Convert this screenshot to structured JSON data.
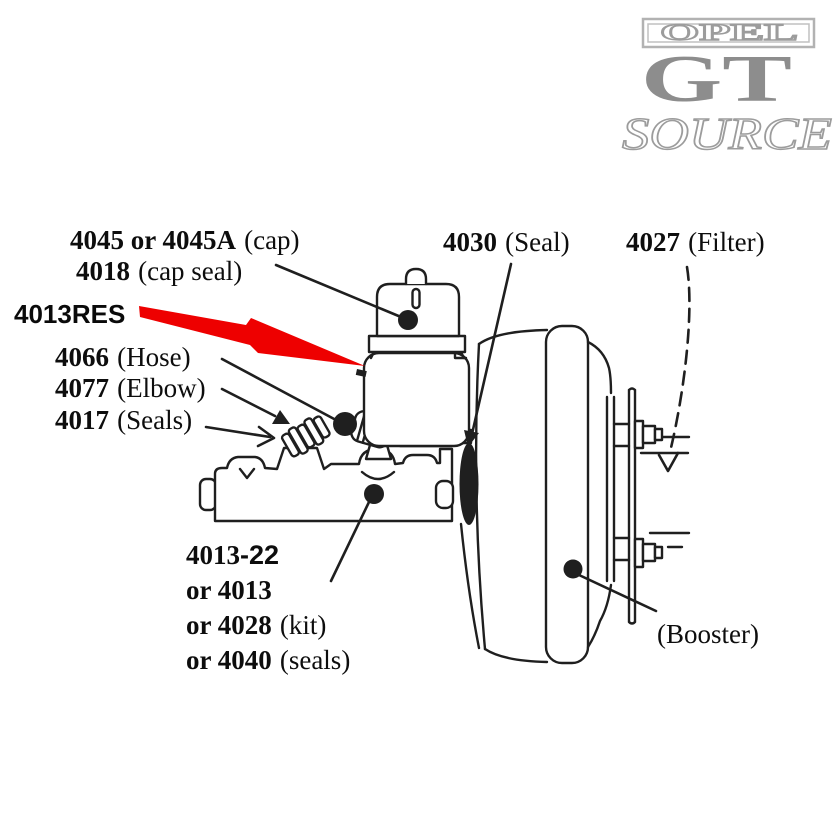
{
  "logo": {
    "brand": "OPEL",
    "model": "GT",
    "name": "SOURCE"
  },
  "callouts": {
    "cap": {
      "part": "4045 or 4045A",
      "desc": "(cap)"
    },
    "cap_seal": {
      "part": "4018",
      "desc": "(cap seal)"
    },
    "reservoir": {
      "part": "4013RES"
    },
    "hose": {
      "part": "4066",
      "desc": "(Hose)"
    },
    "elbow": {
      "part": "4077",
      "desc": "(Elbow)"
    },
    "seals": {
      "part": "4017",
      "desc": "(Seals)"
    },
    "seal": {
      "part": "4030",
      "desc": "(Seal)"
    },
    "filter": {
      "part": "4027",
      "desc": "(Filter)"
    },
    "master_cylinder_kit": {
      "line1_part": "4013",
      "line1_suffix": "-22",
      "line2_part": "or 4013",
      "line3_part": "or 4028",
      "line3_desc": "(kit)",
      "line4_part": "or 4040",
      "line4_desc": "(seals)"
    },
    "booster": {
      "desc": "(Booster)"
    }
  },
  "colors": {
    "highlight_arrow": "#ee0000",
    "ink": "#1f1f1f",
    "logo_gray": "#8d8d8d"
  }
}
